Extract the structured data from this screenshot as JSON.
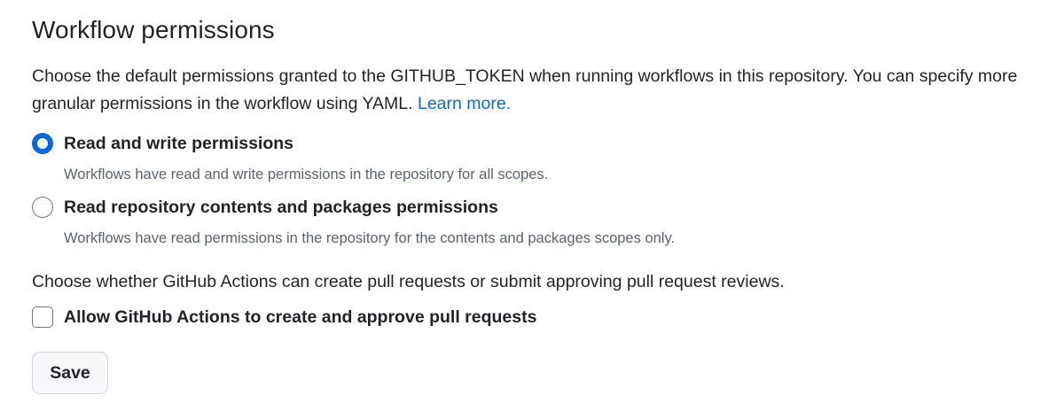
{
  "section": {
    "title": "Workflow permissions",
    "description": "Choose the default permissions granted to the GITHUB_TOKEN when running workflows in this repository. You can specify more granular permissions in the workflow using YAML.",
    "learn_more_link": "Learn more."
  },
  "permissions": {
    "options": [
      {
        "label": "Read and write permissions",
        "note": "Workflows have read and write permissions in the repository for all scopes.",
        "selected": true
      },
      {
        "label": "Read repository contents and packages permissions",
        "note": "Workflows have read permissions in the repository for the contents and packages scopes only.",
        "selected": false
      }
    ]
  },
  "pull_requests": {
    "question": "Choose whether GitHub Actions can create pull requests or submit approving pull request reviews.",
    "checkbox_label": "Allow GitHub Actions to create and approve pull requests",
    "checked": false
  },
  "actions": {
    "save_label": "Save"
  },
  "colors": {
    "accent": "#0969da",
    "text": "#1f2328",
    "muted": "#59636e",
    "border": "#d0d7de"
  }
}
